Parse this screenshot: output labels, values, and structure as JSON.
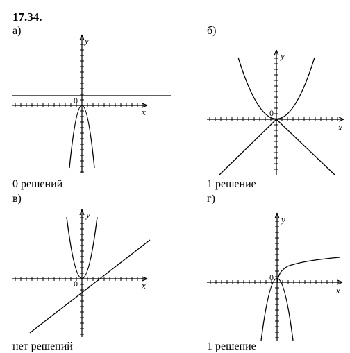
{
  "problem": {
    "number": "17.34."
  },
  "axis_labels": {
    "x": "x",
    "y": "y",
    "origin": "0"
  },
  "panels": [
    {
      "key": "a",
      "label": "а)",
      "caption": "0 решений"
    },
    {
      "key": "b",
      "label": "б)",
      "caption": "1 решение"
    },
    {
      "key": "c",
      "label": "в)",
      "caption": "нет решений"
    },
    {
      "key": "d",
      "label": "г)",
      "caption": "1 решение"
    }
  ],
  "colors": {
    "ink": "#000000",
    "background": "#ffffff"
  }
}
